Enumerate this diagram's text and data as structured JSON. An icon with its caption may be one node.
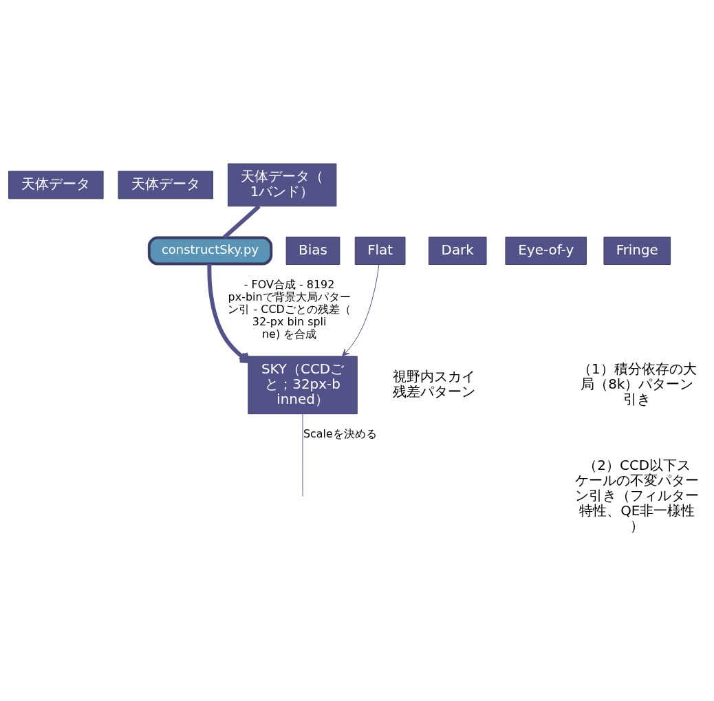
{
  "diagram": {
    "nodes": [
      {
        "text": [
          "天体データ"
        ]
      },
      {
        "text": [
          "天体データ"
        ]
      },
      {
        "text": [
          "天体データ（1バンド）"
        ]
      },
      {
        "text": [
          "constructSky.py"
        ]
      },
      {
        "text": [
          "Bias"
        ]
      },
      {
        "text": [
          "Dark"
        ]
      },
      {
        "text": [
          "Eye-of-y"
        ]
      },
      {
        "text": [
          "Flat"
        ]
      },
      {
        "text": [
          "Fringe"
        ]
      },
      {
        "text": [
          "SKY（CCDごと；32px-binned）"
        ],
        "beside": [
          "視野内スカイ残差パターン"
        ]
      }
    ],
    "edges": [
      {
        "from": 2,
        "to": 3,
        "arrow": "none",
        "style": "thick"
      },
      {
        "from": 3,
        "to": 9,
        "arrow": "to",
        "style": "thick",
        "label": "- FOV合成 - 8192px-binで背景大局パターン引 - CCDごとの残差（32-px bin spline) を合成"
      },
      {
        "from": 7,
        "to": 9,
        "arrow": "to"
      },
      {
        "from": 9,
        "to": null,
        "arrow": "none",
        "label": "Scaleを決める"
      }
    ],
    "labels": [
      "（1）積分依存の大局（8k）パターン引き",
      "（2）CCD以下スケールの不変パターン引き（フィルター特性、QE非一様性）"
    ]
  }
}
